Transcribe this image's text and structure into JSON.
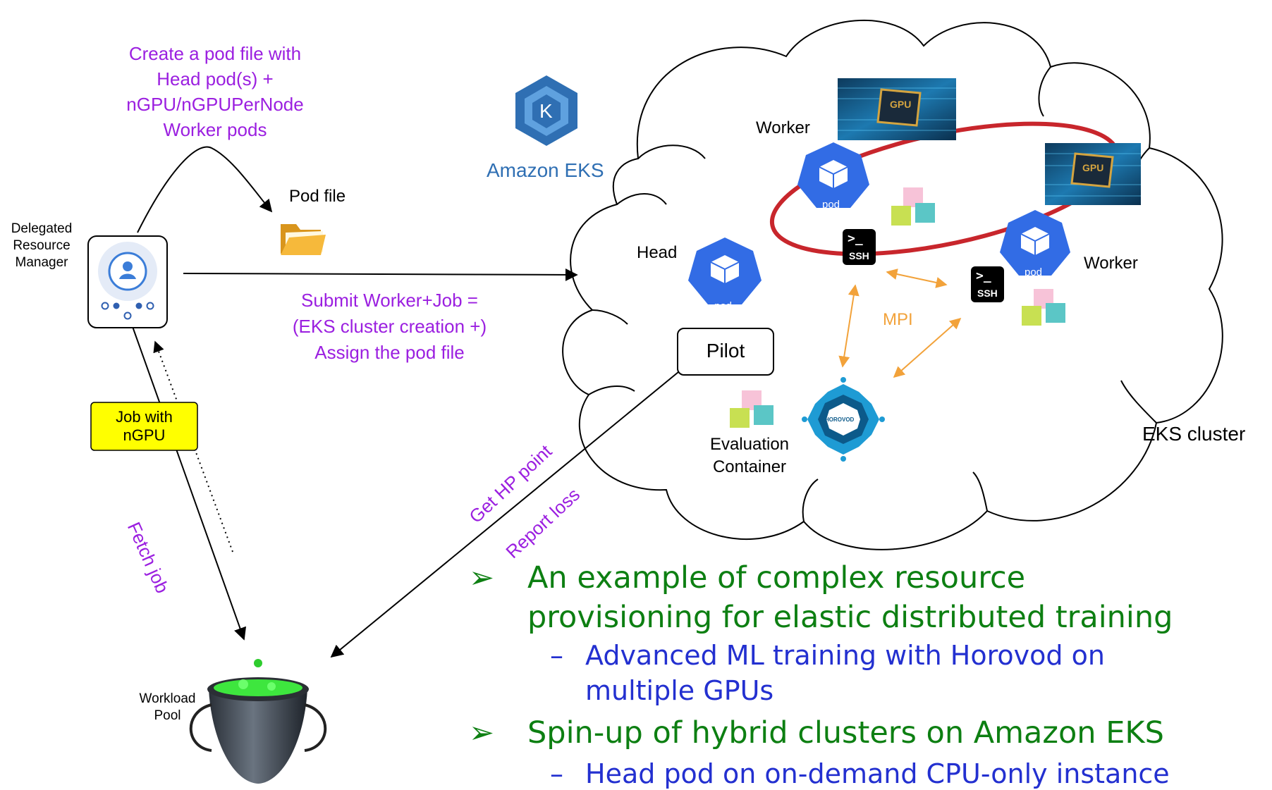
{
  "texts": {
    "create_pod": [
      "Create a pod file with",
      "Head pod(s) +",
      "nGPU/nGPUPerNode",
      "Worker pods"
    ],
    "pod_file": "Pod file",
    "drm": [
      "Delegated",
      "Resource",
      "Manager"
    ],
    "submit": [
      "Submit Worker+Job =",
      "(EKS cluster creation +)",
      "Assign the pod file"
    ],
    "job": [
      "Job with",
      "nGPU"
    ],
    "fetch_job": "Fetch job",
    "get_hp": "Get HP point",
    "report_loss": "Report loss",
    "workload_pool": [
      "Workload",
      "Pool"
    ],
    "eks_brand": "Amazon EKS",
    "eks_k": "K",
    "worker": "Worker",
    "head": "Head",
    "pilot": "Pilot",
    "pod": "pod",
    "ssh": "SSH",
    "ssh_prompt": ">_",
    "mpi": "MPI",
    "horovod": "HOROVOD",
    "gpu": "GPU",
    "evaluation": [
      "Evaluation",
      "Container"
    ],
    "eks_cluster": "EKS cluster"
  },
  "bullets": [
    {
      "marker": "➢",
      "lines": [
        "An example of complex resource",
        "provisioning for elastic distributed training"
      ]
    },
    {
      "marker": "–",
      "lines": [
        "Advanced ML training with Horovod on",
        "multiple GPUs"
      ],
      "sub": true
    },
    {
      "marker": "➢",
      "lines": [
        "Spin-up of hybrid clusters on Amazon EKS"
      ]
    },
    {
      "marker": "–",
      "lines": [
        "Head pod on on-demand CPU-only instance"
      ],
      "sub": true
    }
  ],
  "colors": {
    "purple": "#9b1fe0",
    "k8s_blue": "#326ce5",
    "eks_blue": "#2f6fb3",
    "orange": "#f2a23a",
    "yellow": "#ffff00",
    "ring_red": "#c8262c",
    "green_text": "#0d7f12",
    "blue_text": "#2330d0"
  }
}
